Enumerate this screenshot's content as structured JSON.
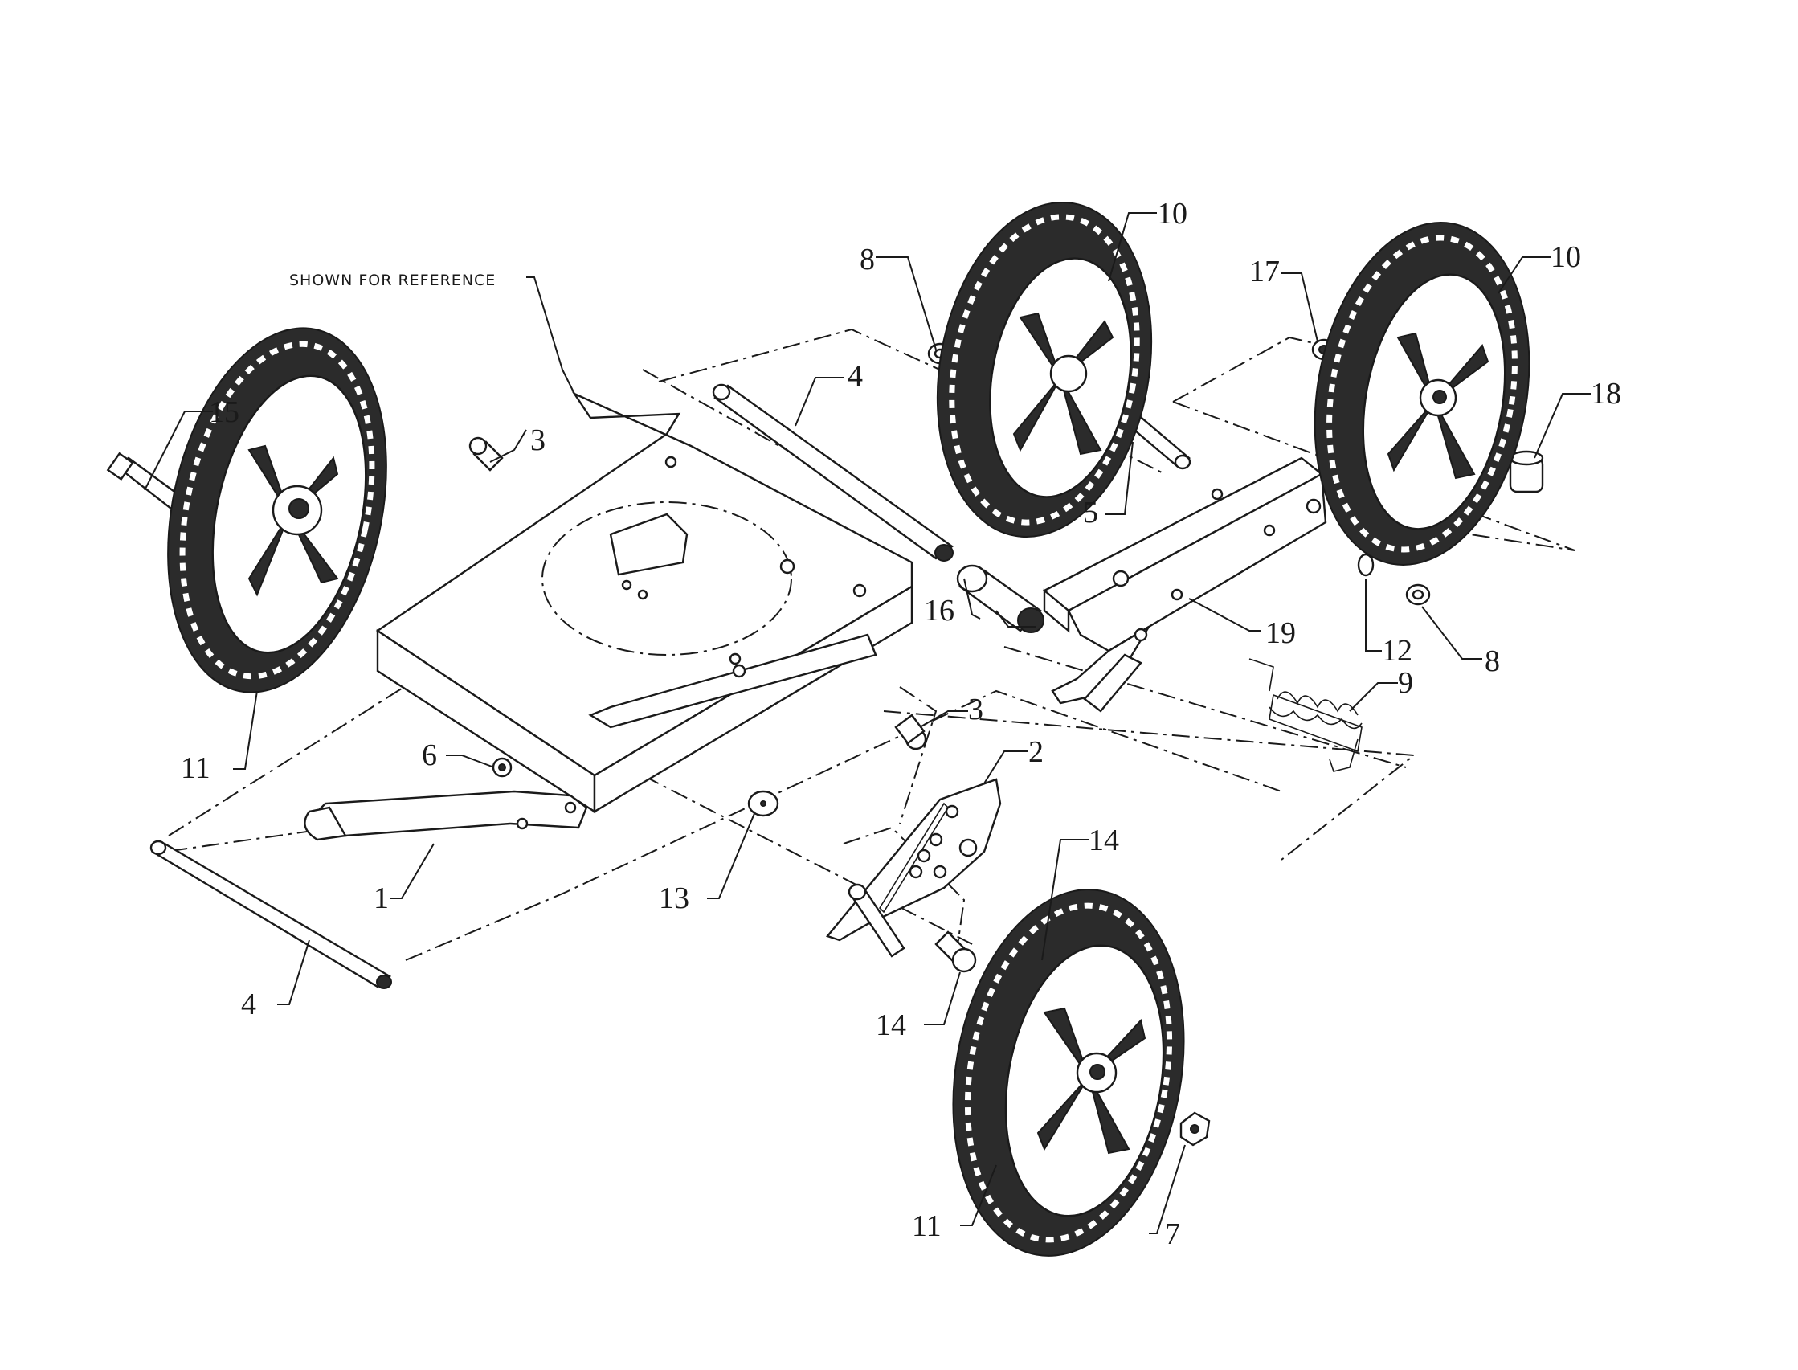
{
  "diagram": {
    "reference_note": "SHOWN FOR REFERENCE",
    "callouts": [
      {
        "id": "c15",
        "label": "15"
      },
      {
        "id": "c3a",
        "label": "3"
      },
      {
        "id": "c4a",
        "label": "4"
      },
      {
        "id": "c8a",
        "label": "8"
      },
      {
        "id": "c10a",
        "label": "10"
      },
      {
        "id": "c17",
        "label": "17"
      },
      {
        "id": "c10b",
        "label": "10"
      },
      {
        "id": "c18",
        "label": "18"
      },
      {
        "id": "c5",
        "label": "5"
      },
      {
        "id": "c16",
        "label": "16"
      },
      {
        "id": "c19",
        "label": "19"
      },
      {
        "id": "c12",
        "label": "12"
      },
      {
        "id": "c8b",
        "label": "8"
      },
      {
        "id": "c9",
        "label": "9"
      },
      {
        "id": "c3b",
        "label": "3"
      },
      {
        "id": "c2",
        "label": "2"
      },
      {
        "id": "c11a",
        "label": "11"
      },
      {
        "id": "c6",
        "label": "6"
      },
      {
        "id": "c1",
        "label": "1"
      },
      {
        "id": "c13",
        "label": "13"
      },
      {
        "id": "c14a",
        "label": "14"
      },
      {
        "id": "c14b",
        "label": "14"
      },
      {
        "id": "c4b",
        "label": "4"
      },
      {
        "id": "c11b",
        "label": "11"
      },
      {
        "id": "c7",
        "label": "7"
      }
    ]
  },
  "colors": {
    "line": "#1a1a1a",
    "background": "#ffffff"
  }
}
